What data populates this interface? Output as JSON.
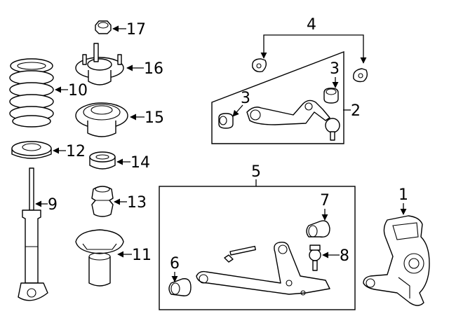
{
  "callouts": {
    "c1": "1",
    "c2": "2",
    "c3a": "3",
    "c3b": "3",
    "c4": "4",
    "c5": "5",
    "c6": "6",
    "c7": "7",
    "c8": "8",
    "c9": "9",
    "c10": "10",
    "c11": "11",
    "c12": "12",
    "c13": "13",
    "c14": "14",
    "c15": "15",
    "c16": "16",
    "c17": "17"
  },
  "colors": {
    "line": "#000000",
    "background": "#ffffff"
  }
}
